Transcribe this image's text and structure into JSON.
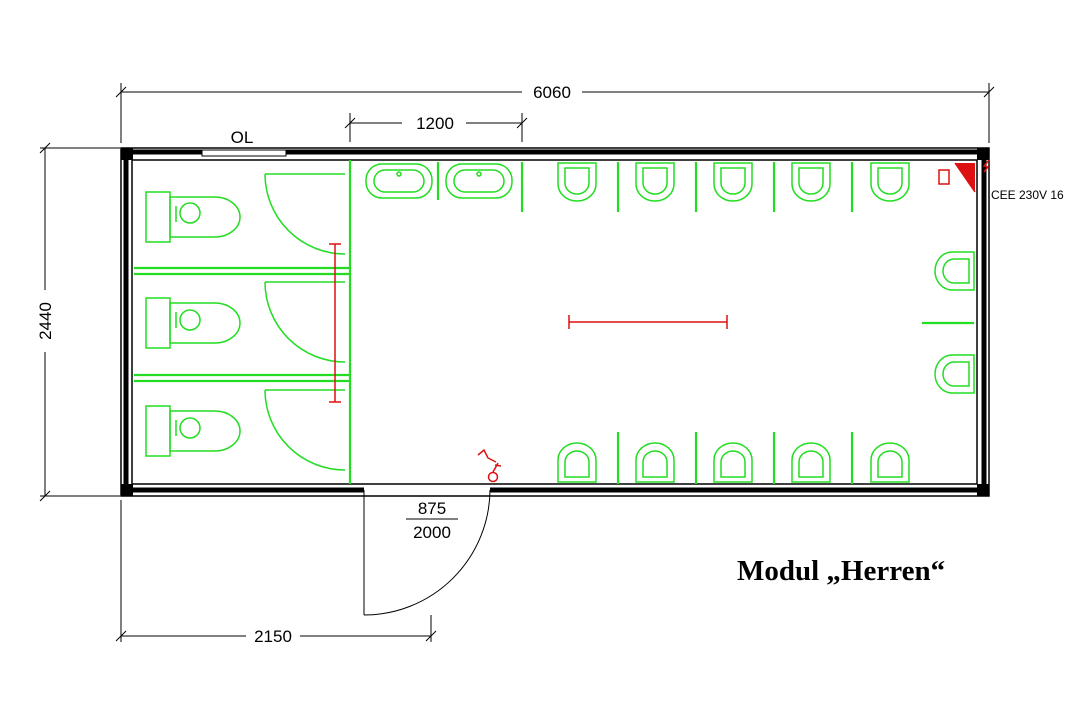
{
  "dimensions": {
    "overall_length": "6060",
    "overall_width": "2440",
    "basin_spacing": "1200",
    "door_offset": "2150",
    "door_size_top": "875",
    "door_size_bottom": "2000"
  },
  "labels": {
    "window_marker": "OL",
    "power_connection": "CEE 230V 16"
  },
  "title": "Modul „Herren“",
  "fixtures": {
    "toilet_cubicles": 3,
    "wash_basins": 2,
    "urinals_top_row": 5,
    "urinals_bottom_row": 5,
    "urinals_right_wall": 2
  },
  "colors": {
    "fixtures": "#22dd22",
    "electrical": "#dd1111",
    "walls": "#000000"
  }
}
